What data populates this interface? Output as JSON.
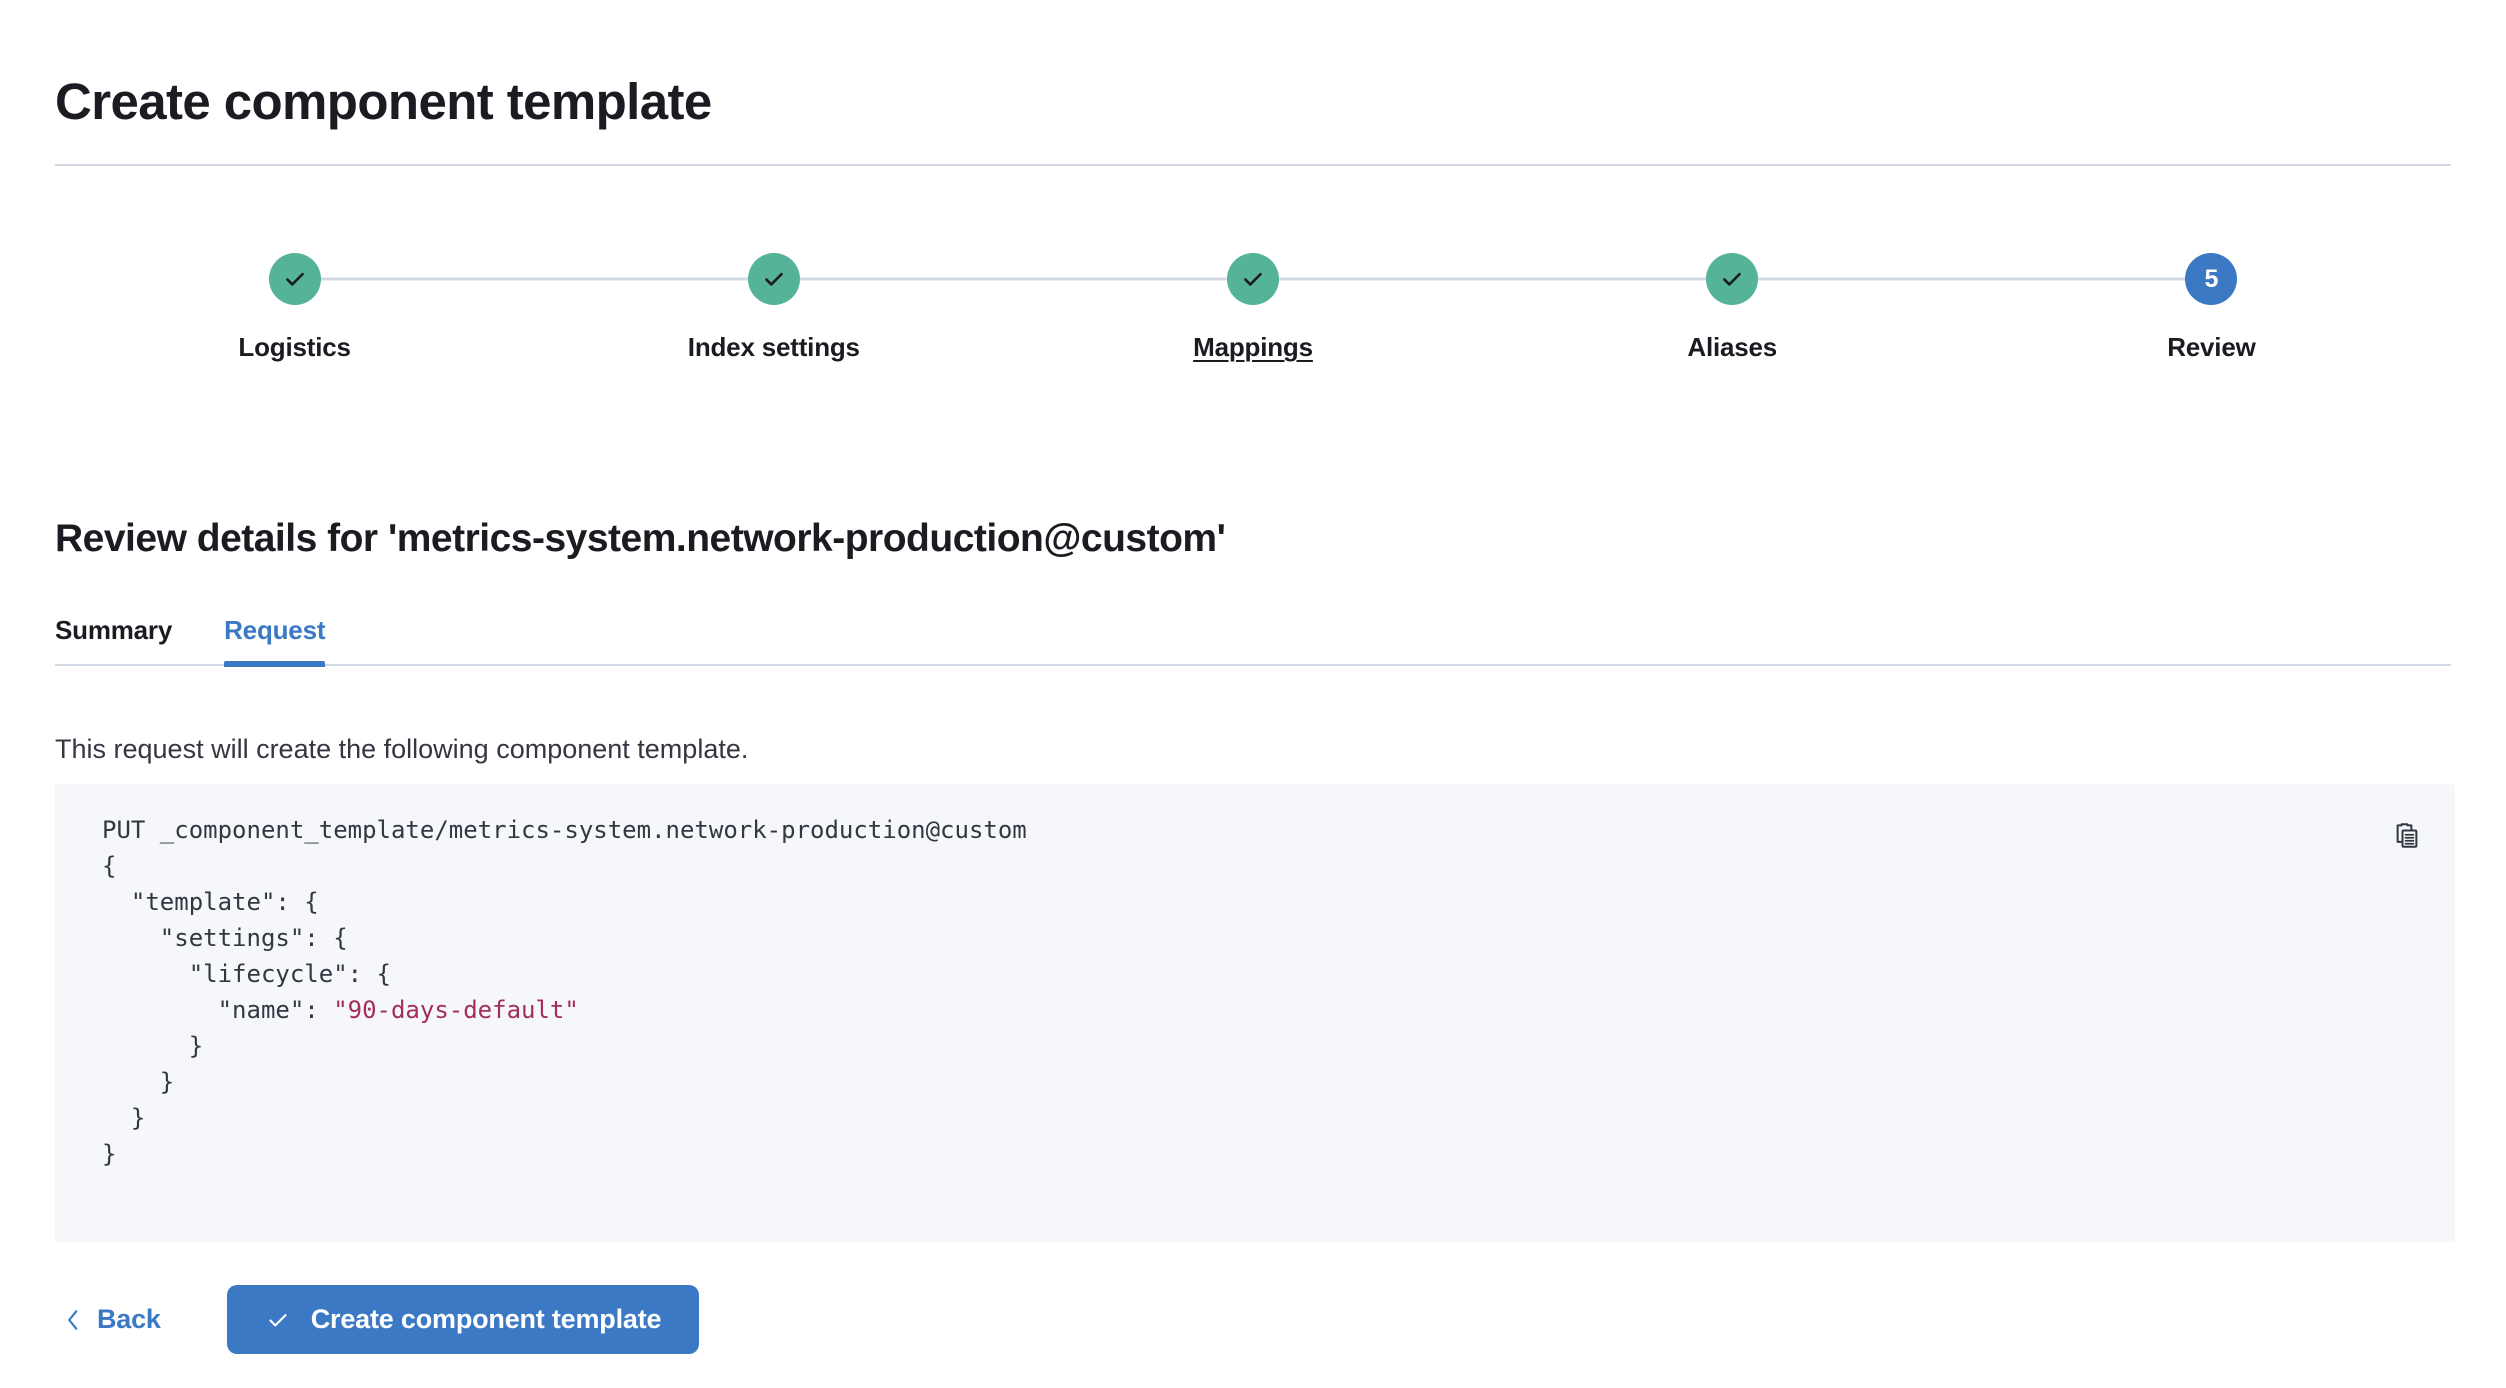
{
  "page": {
    "title": "Create component template"
  },
  "stepper": {
    "steps": [
      {
        "label": "Logistics",
        "state": "complete",
        "number": "1",
        "icon": "check-icon",
        "hovered": false
      },
      {
        "label": "Index settings",
        "state": "complete",
        "number": "2",
        "icon": "check-icon",
        "hovered": false
      },
      {
        "label": "Mappings",
        "state": "complete",
        "number": "3",
        "icon": "check-icon",
        "hovered": true
      },
      {
        "label": "Aliases",
        "state": "complete",
        "number": "4",
        "icon": "check-icon",
        "hovered": false
      },
      {
        "label": "Review",
        "state": "current",
        "number": "5",
        "icon": "step-number",
        "hovered": false
      }
    ]
  },
  "review": {
    "heading": "Review details for 'metrics-system.network-production@custom'",
    "tabs": [
      {
        "label": "Summary",
        "active": false
      },
      {
        "label": "Request",
        "active": true
      }
    ],
    "description": "This request will create the following component template.",
    "code": {
      "method_and_path": "PUT _component_template/metrics-system.network-production@custom",
      "body_lines": [
        "{",
        "  \"template\": {",
        "    \"settings\": {",
        "      \"lifecycle\": {",
        "        \"name\": ",
        "\"90-days-default\"",
        "      }",
        "    }",
        "  }",
        "}"
      ],
      "string_value": "\"90-days-default\"",
      "copy_icon": "copy-icon"
    }
  },
  "footer": {
    "back_label": "Back",
    "back_icon": "chevron-left-icon",
    "submit_label": "Create component template",
    "submit_icon": "check-icon"
  },
  "colors": {
    "complete": "#54b399",
    "current": "#3b79c4",
    "accent": "#3b79c4",
    "divider": "#d3dae6",
    "code_bg": "#f5f7fa",
    "code_string": "#a32e5a",
    "text": "#1a1c21"
  }
}
